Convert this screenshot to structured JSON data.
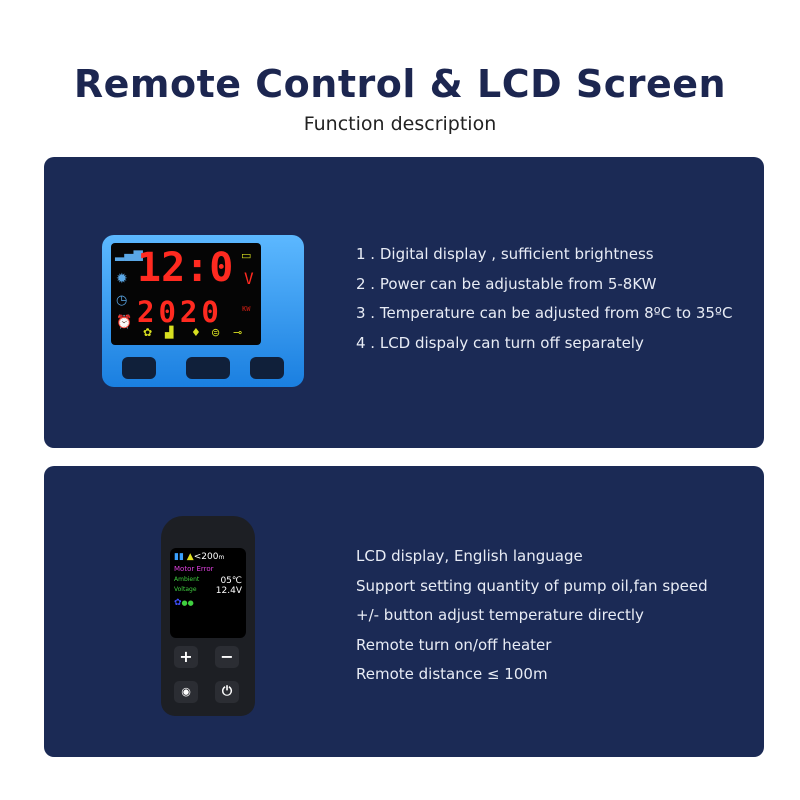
{
  "header": {
    "title": "Remote Control & LCD Screen",
    "subtitle": "Function description"
  },
  "panel1": {
    "device": {
      "time": "12:0",
      "voltage_unit": "V",
      "year": "2020",
      "kw_unit": "KW"
    },
    "features": [
      "1 . Digital display , sufficient brightness",
      "2 . Power can be adjustable from 5-8KW",
      "3 . Temperature can be adjusted from 8ºC to 35ºC",
      "4 . LCD dispaly can turn off separately"
    ]
  },
  "panel2": {
    "device": {
      "distance": "<200",
      "distance_unit": "m",
      "error": "Motor Error",
      "ambient_label": "Ambient",
      "ambient_value": "05℃",
      "voltage_label": "Voltage",
      "voltage_value": "12.4V",
      "plus": "+",
      "minus": "−"
    },
    "features": [
      "LCD display, English language",
      "Support setting quantity of pump oil,fan speed",
      "+/- button adjust temperature directly",
      "Remote turn on/off heater",
      "Remote distance ≤ 100m"
    ]
  },
  "colors": {
    "panel": "#1b2a55",
    "title": "#1c2650"
  }
}
